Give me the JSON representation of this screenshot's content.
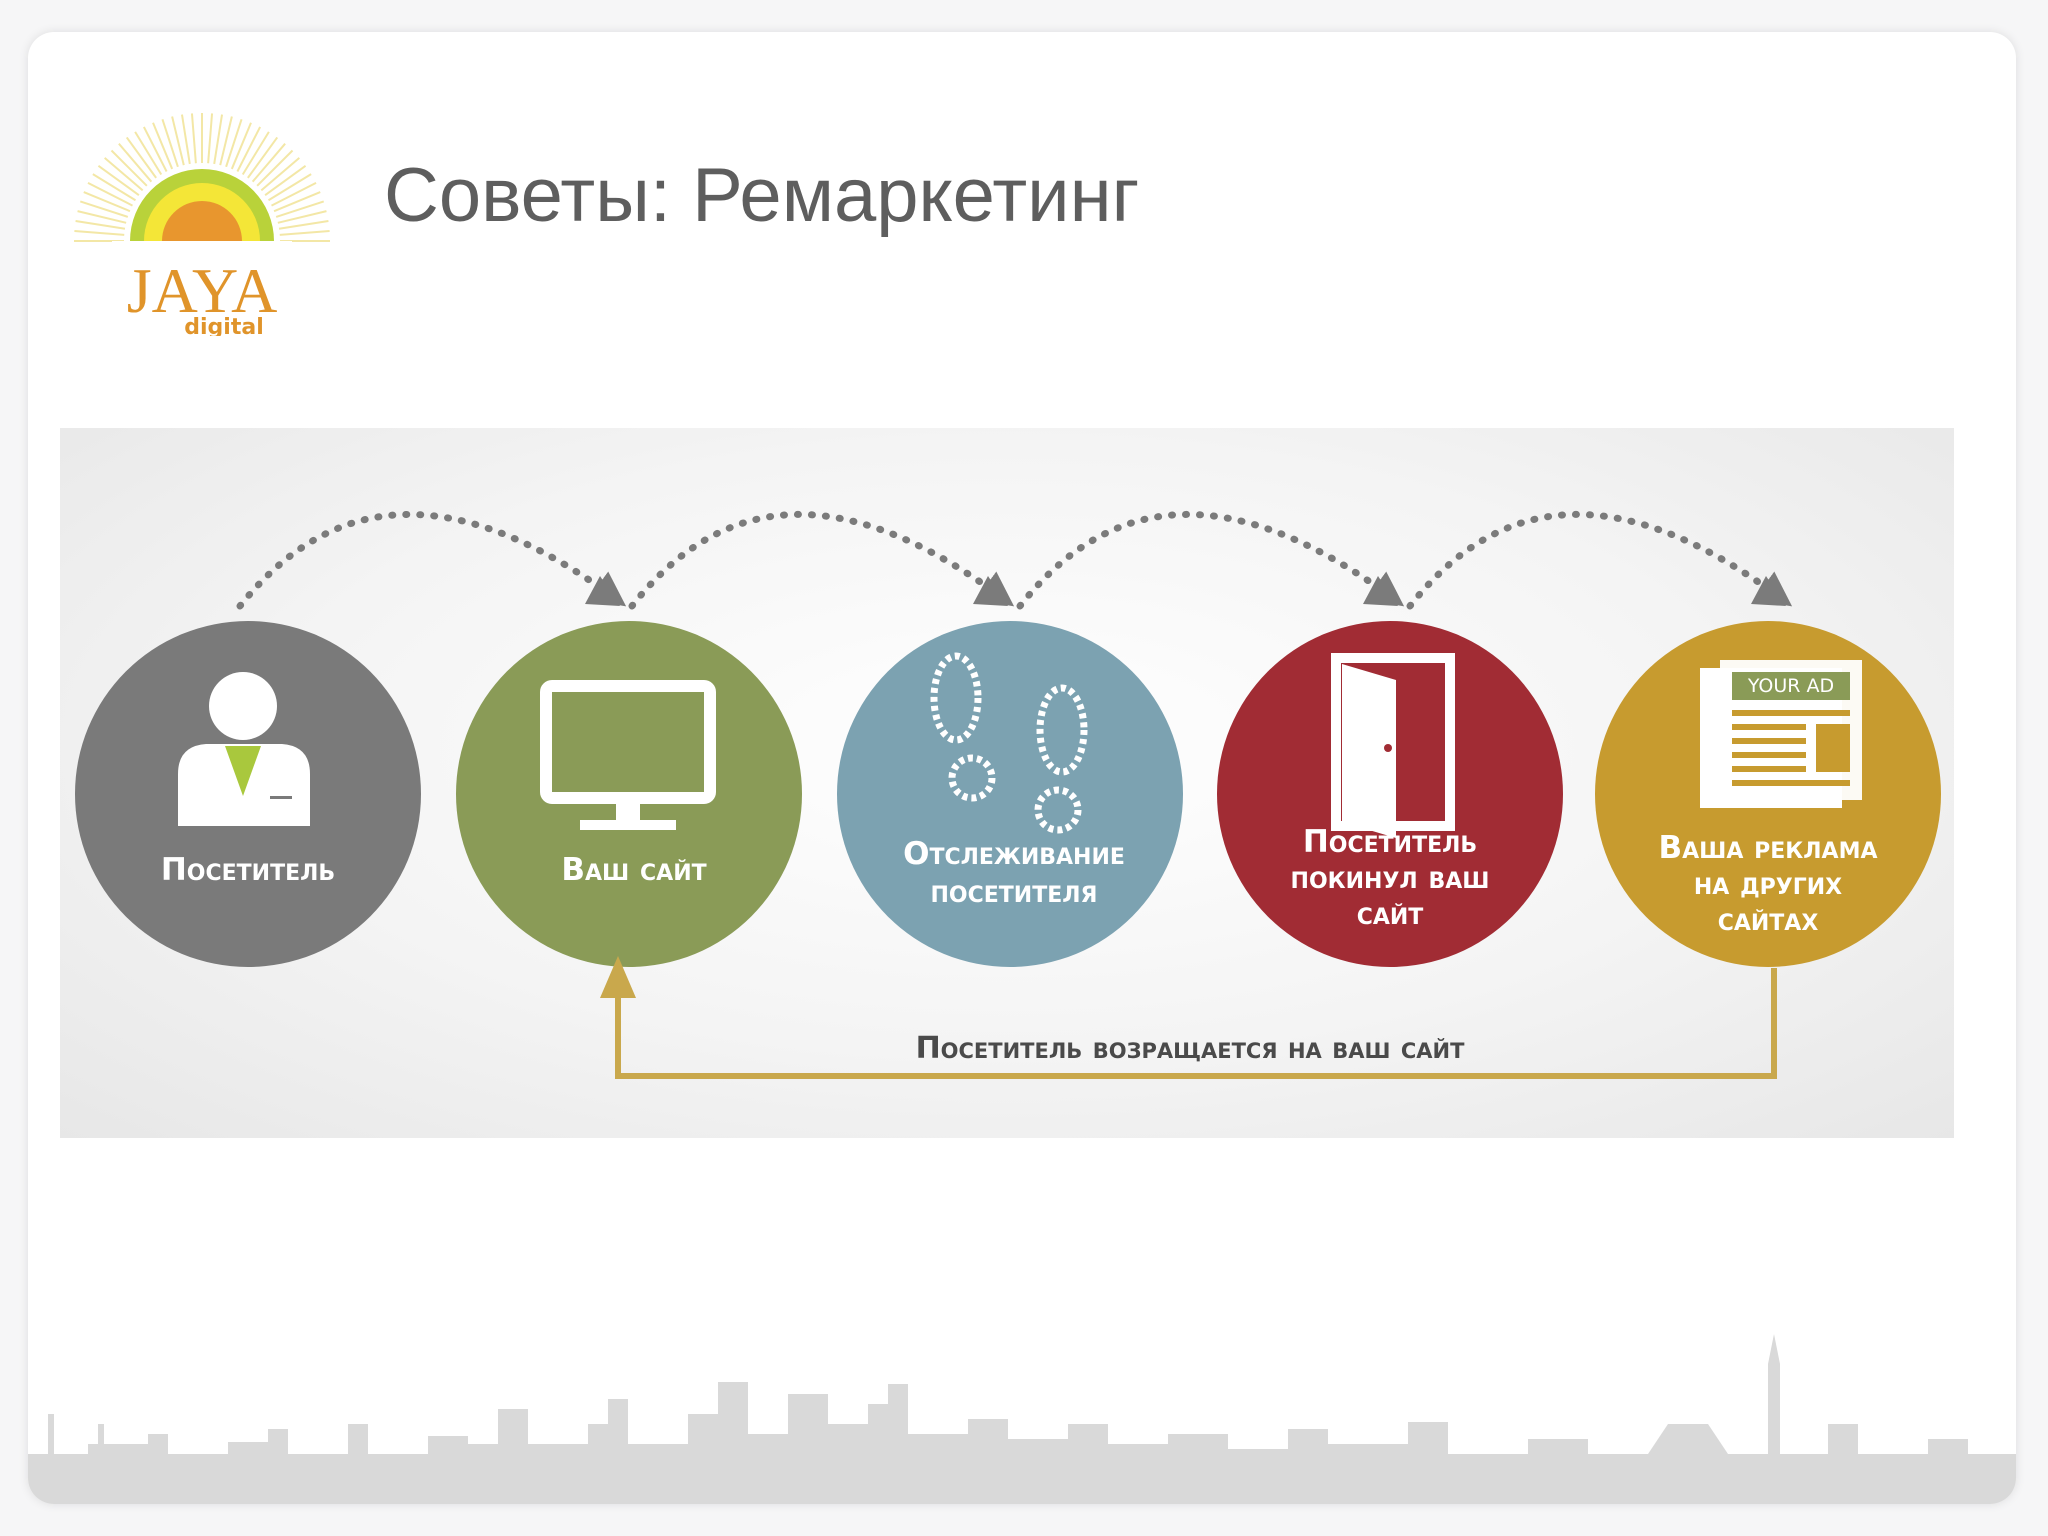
{
  "slide": {
    "title": "Советы: Ремаркетинг"
  },
  "logo": {
    "brand": "JAYA",
    "sub": "digital",
    "colors": {
      "sun": "#e8962e",
      "arc_green": "#b9d23a",
      "arc_yellow": "#f4e637",
      "rays": "#f6ebb0",
      "text": "#e0942a"
    }
  },
  "diagram": {
    "steps": [
      {
        "id": "visitor",
        "lines": [
          "Посетитель"
        ],
        "icon": "person-icon",
        "color": "#7a7a7a"
      },
      {
        "id": "site",
        "lines": [
          "Ваш сайт"
        ],
        "icon": "monitor-icon",
        "color": "#8a9b57"
      },
      {
        "id": "tracking",
        "lines": [
          "Отслеживание",
          "посетителя"
        ],
        "icon": "footprints-icon",
        "color": "#7ca2b1"
      },
      {
        "id": "left",
        "lines": [
          "Посетитель",
          "покинул ваш",
          "сайт"
        ],
        "icon": "door-icon",
        "color": "#a12c34"
      },
      {
        "id": "ad",
        "lines": [
          "Ваша реклама",
          "на других",
          "сайтах"
        ],
        "icon": "newspaper-ad-icon",
        "color": "#c79b2f"
      }
    ],
    "ad_label": "YOUR AD",
    "return_label": "Посетитель возращается на ваш сайт",
    "arrow_color": "#c9a84c",
    "dotted_arrow_color": "#7b7b7b"
  }
}
